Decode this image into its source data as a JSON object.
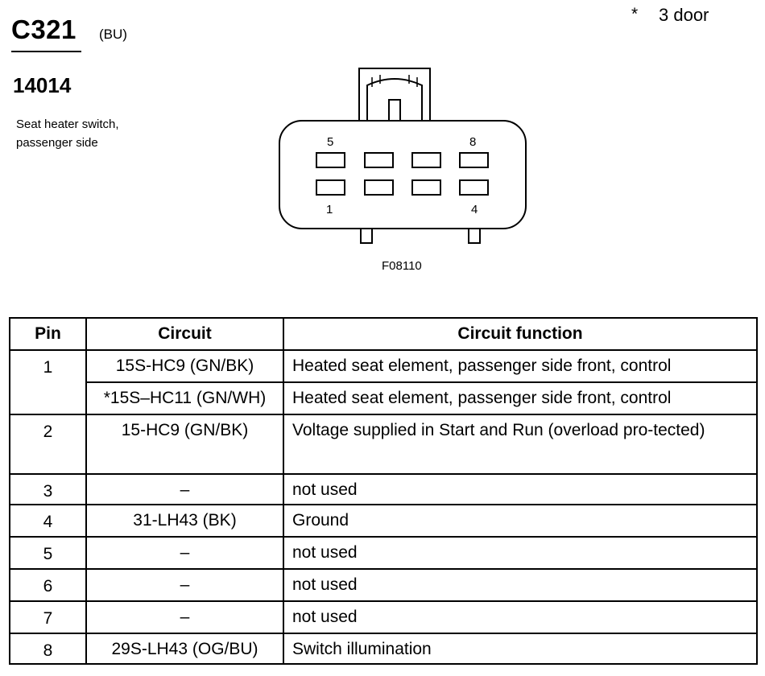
{
  "header": {
    "connector_id": "C321",
    "color_code": "(BU)",
    "part_number": "14014",
    "description_line1": "Seat heater switch,",
    "description_line2": "passenger side",
    "note_symbol": "*",
    "note_text": "3 door"
  },
  "diagram": {
    "figure_code": "F08110",
    "pin_labels": {
      "top_left": "5",
      "top_right": "8",
      "bottom_left": "1",
      "bottom_right": "4"
    }
  },
  "table": {
    "headers": {
      "pin": "Pin",
      "circuit": "Circuit",
      "function": "Circuit function"
    },
    "rows": [
      {
        "pin": "1",
        "circuit": "15S-HC9 (GN/BK)",
        "function": "Heated seat element, passenger side front, control"
      },
      {
        "pin": "",
        "circuit": "*15S–HC11 (GN/WH)",
        "function": "Heated seat element, passenger side front, control"
      },
      {
        "pin": "2",
        "circuit": "15-HC9 (GN/BK)",
        "function": "Voltage supplied in Start and Run (overload pro-tected)"
      },
      {
        "pin": "3",
        "circuit": "–",
        "function": "not used"
      },
      {
        "pin": "4",
        "circuit": "31-LH43 (BK)",
        "function": "Ground"
      },
      {
        "pin": "5",
        "circuit": "–",
        "function": "not used"
      },
      {
        "pin": "6",
        "circuit": "–",
        "function": "not used"
      },
      {
        "pin": "7",
        "circuit": "–",
        "function": "not used"
      },
      {
        "pin": "8",
        "circuit": "29S-LH43 (OG/BU)",
        "function": "Switch illumination"
      }
    ]
  }
}
